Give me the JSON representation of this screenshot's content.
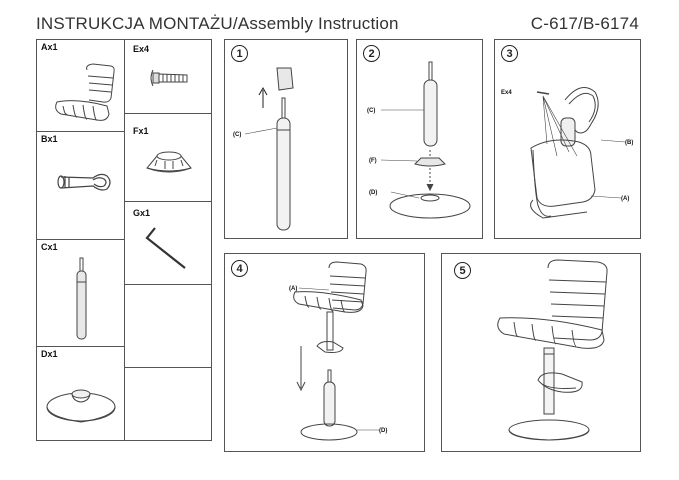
{
  "header": {
    "title_left": "INSTRUKCJA  MONTAŻU/Assembly  Instruction",
    "model_code": "C-617/B-6174"
  },
  "parts": [
    {
      "id": "Ax1"
    },
    {
      "id": "Bx1"
    },
    {
      "id": "Cx1"
    },
    {
      "id": "Dx1"
    },
    {
      "id": "Ex4"
    },
    {
      "id": "Fx1"
    },
    {
      "id": "Gx1"
    }
  ],
  "steps": [
    {
      "number": "1",
      "callouts": [
        "(C)"
      ]
    },
    {
      "number": "2",
      "callouts": [
        "(C)",
        "(F)",
        "(D)"
      ]
    },
    {
      "number": "3",
      "callouts": [
        "Ex4",
        "(B)",
        "(A)"
      ]
    },
    {
      "number": "4",
      "callouts": [
        "(A)",
        "(D)"
      ]
    },
    {
      "number": "5",
      "callouts": []
    }
  ]
}
